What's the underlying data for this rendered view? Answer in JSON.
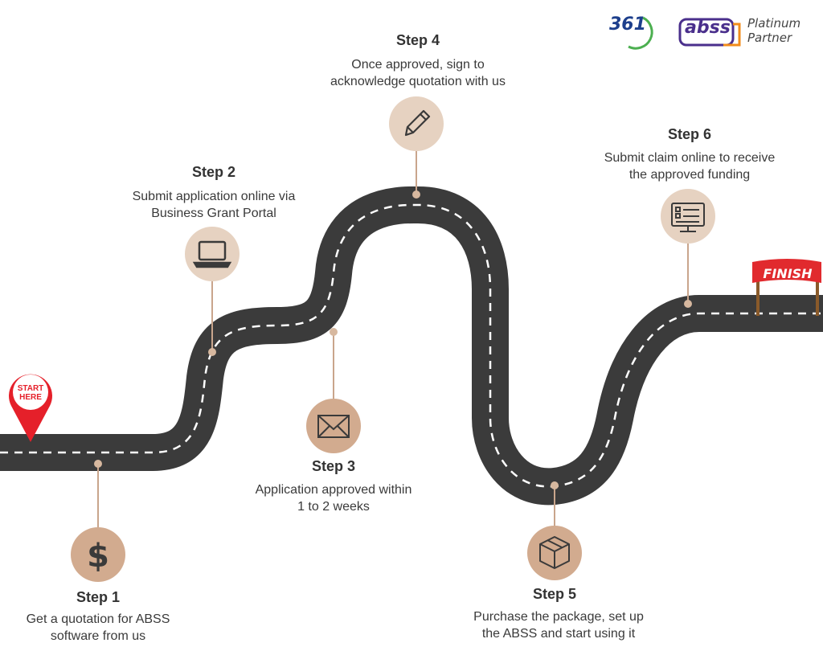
{
  "header": {
    "logo_361": "361",
    "logo_abss": "abss",
    "partner_line1": "Platinum",
    "partner_line2": "Partner"
  },
  "markers": {
    "start": "START\nHERE",
    "finish": "FINISH"
  },
  "steps": [
    {
      "title": "Step 1",
      "description": "Get a quotation for ABSS\nsoftware from us",
      "icon": "dollar-icon"
    },
    {
      "title": "Step 2",
      "description": "Submit application online via\nBusiness Grant Portal",
      "icon": "laptop-icon"
    },
    {
      "title": "Step 3",
      "description": "Application approved within\n1 to 2 weeks",
      "icon": "envelope-icon"
    },
    {
      "title": "Step 4",
      "description": "Once approved, sign to\nacknowledge quotation with us",
      "icon": "pencil-icon"
    },
    {
      "title": "Step 5",
      "description": "Purchase the package, set up\nthe ABSS and start using it",
      "icon": "box-icon"
    },
    {
      "title": "Step 6",
      "description": "Submit claim online to receive\nthe approved funding",
      "icon": "monitor-checklist-icon"
    }
  ],
  "colors": {
    "road": "#3b3b3b",
    "dash": "#ffffff",
    "circle_light": "#e6d2c1",
    "circle_dark": "#d2ab8f",
    "icon": "#3a3a3a",
    "pin": "#e5202a",
    "banner": "#e12a2e"
  }
}
